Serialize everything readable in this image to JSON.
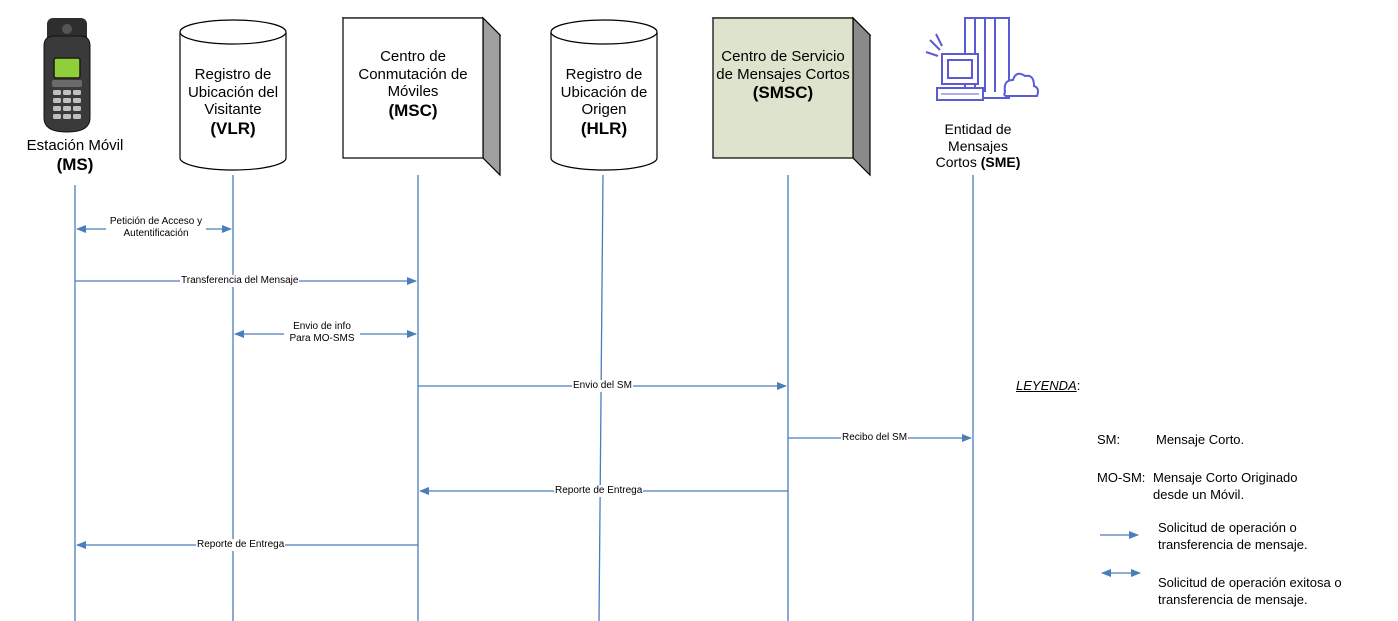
{
  "entities": {
    "ms": {
      "name": "Estación Móvil",
      "abbr": "(MS)"
    },
    "vlr": {
      "name": "Registro de Ubicación del Visitante",
      "abbr": "(VLR)"
    },
    "msc": {
      "name": "Centro de Conmutación de Móviles",
      "abbr": "(MSC)"
    },
    "hlr": {
      "name": "Registro de Ubicación de Origen",
      "abbr": "(HLR)"
    },
    "smsc": {
      "name": "Centro de Servicio de Mensajes Cortos",
      "abbr": "(SMSC)"
    },
    "sme": {
      "name": "Entidad de Mensajes Cortos",
      "abbr": "(SME)"
    }
  },
  "messages": [
    {
      "from": "ms",
      "to": "vlr",
      "kind": "bidirectional",
      "label": "Petición de Acceso y Autentificación"
    },
    {
      "from": "ms",
      "to": "msc",
      "kind": "request",
      "label": "Transferencia del Mensaje"
    },
    {
      "from": "vlr",
      "to": "msc",
      "kind": "bidirectional",
      "label": "Envio de info Para MO-SMS"
    },
    {
      "from": "msc",
      "to": "smsc",
      "kind": "request",
      "label": "Envio del SM"
    },
    {
      "from": "smsc",
      "to": "sme",
      "kind": "request",
      "label": "Recibo del SM"
    },
    {
      "from": "smsc",
      "to": "msc",
      "kind": "request",
      "label": "Reporte de Entrega"
    },
    {
      "from": "msc",
      "to": "ms",
      "kind": "request",
      "label": "Reporte de Entrega"
    }
  ],
  "legend": {
    "title": "LEYENDA",
    "title_suffix": ":",
    "terms": [
      {
        "term": "SM:",
        "definition": "Mensaje Corto."
      },
      {
        "term": "MO-SM:",
        "definition": "Mensaje Corto Originado desde un Móvil."
      }
    ],
    "arrows": [
      {
        "kind": "request",
        "definition": "Solicitud de operación o transferencia de mensaje."
      },
      {
        "kind": "bidirectional",
        "definition": "Solicitud de operación exitosa o transferencia de mensaje."
      }
    ]
  },
  "colors": {
    "line": "#4a7ebb",
    "box_fill": "#ffffff",
    "smsc_fill": "#dde3cc",
    "stroke": "#000000",
    "icon_purple": "#5b5bd6",
    "phone_dark": "#3a3a3a",
    "phone_screen": "#8fcf3a"
  }
}
